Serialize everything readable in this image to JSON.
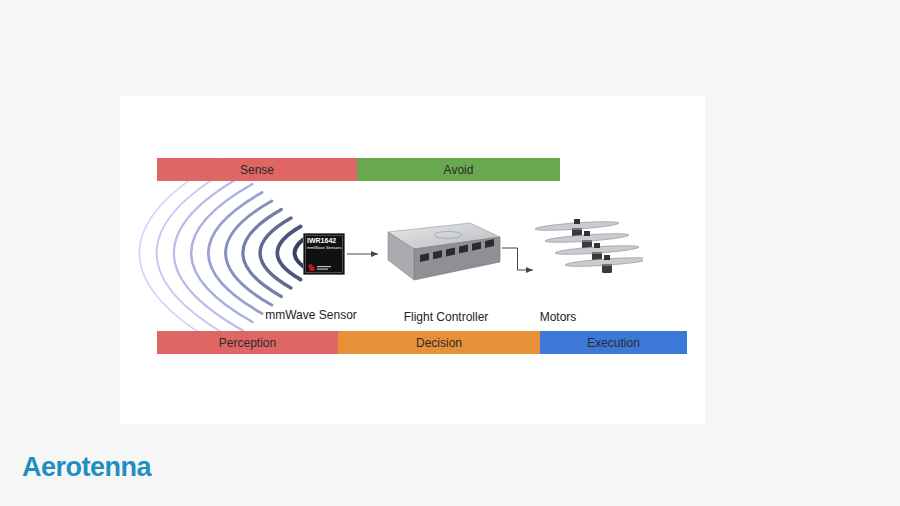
{
  "diagram": {
    "nodes": [
      {
        "text": [
          "Sense"
        ]
      },
      {
        "text": [
          "Avoid"
        ]
      },
      {
        "text": [
          "Perception"
        ]
      },
      {
        "text": [
          "Decision"
        ]
      },
      {
        "text": [
          "Execution"
        ]
      },
      {
        "text": [
          "mmWave Sensor",
          "IWR1642",
          "mmWave Sensors"
        ]
      },
      {
        "text": [
          "Flight Controller"
        ]
      },
      {
        "text": [
          "Motors"
        ]
      }
    ],
    "edges": [
      {
        "from": 5,
        "to": 6,
        "arrow": "to"
      },
      {
        "from": 6,
        "to": 7,
        "arrow": "to"
      }
    ],
    "labels": [
      "Aerotenna"
    ]
  }
}
